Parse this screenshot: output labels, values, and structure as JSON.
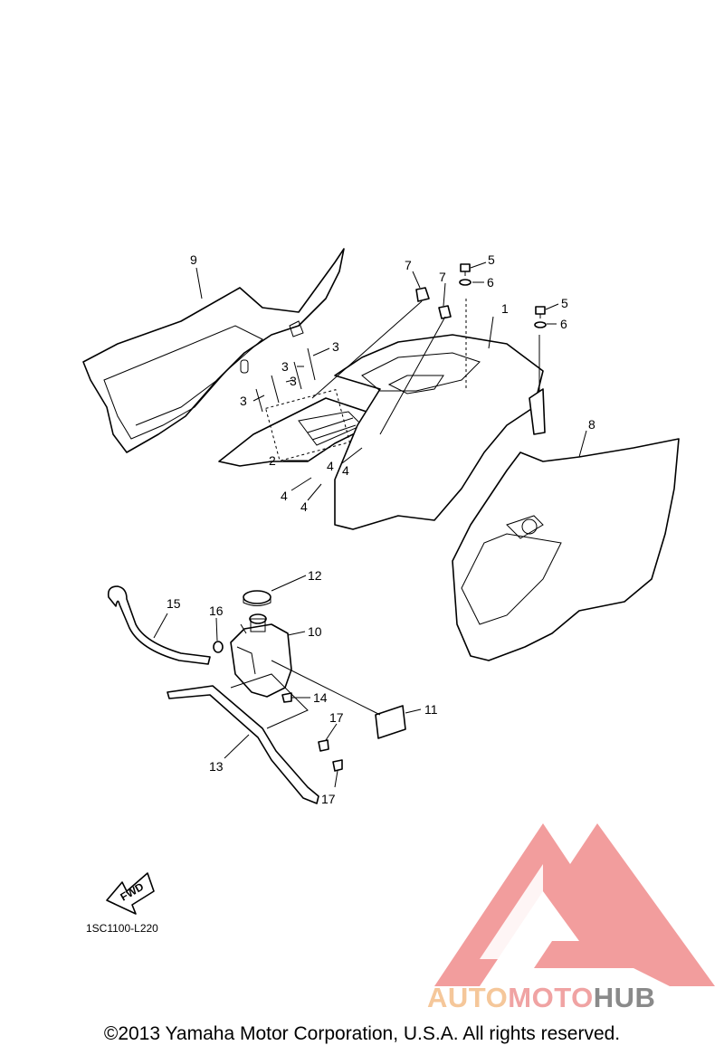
{
  "diagram_code": "1SC1100-L220",
  "fwd_label": "FWD",
  "copyright": "©2013 Yamaha Motor Corporation, U.S.A. All rights reserved.",
  "watermark": {
    "part1": "AUTO",
    "part2": "MOTO",
    "part3": "HUB",
    "colors": {
      "auto": "#f5c79a",
      "moto": "#f0a3a3",
      "hub": "#8a8a8a",
      "logo": "#f08c8c"
    }
  },
  "callouts": {
    "p1": "1",
    "p2": "2",
    "p3a": "3",
    "p3b": "3",
    "p3c": "3",
    "p3d": "3",
    "p4a": "4",
    "p4b": "4",
    "p4c": "4",
    "p4d": "4",
    "p5a": "5",
    "p5b": "5",
    "p6a": "6",
    "p6b": "6",
    "p7a": "7",
    "p7b": "7",
    "p8": "8",
    "p9": "9",
    "p10": "10",
    "p11": "11",
    "p12": "12",
    "p13": "13",
    "p14": "14",
    "p15": "15",
    "p16": "16",
    "p17a": "17",
    "p17b": "17"
  }
}
